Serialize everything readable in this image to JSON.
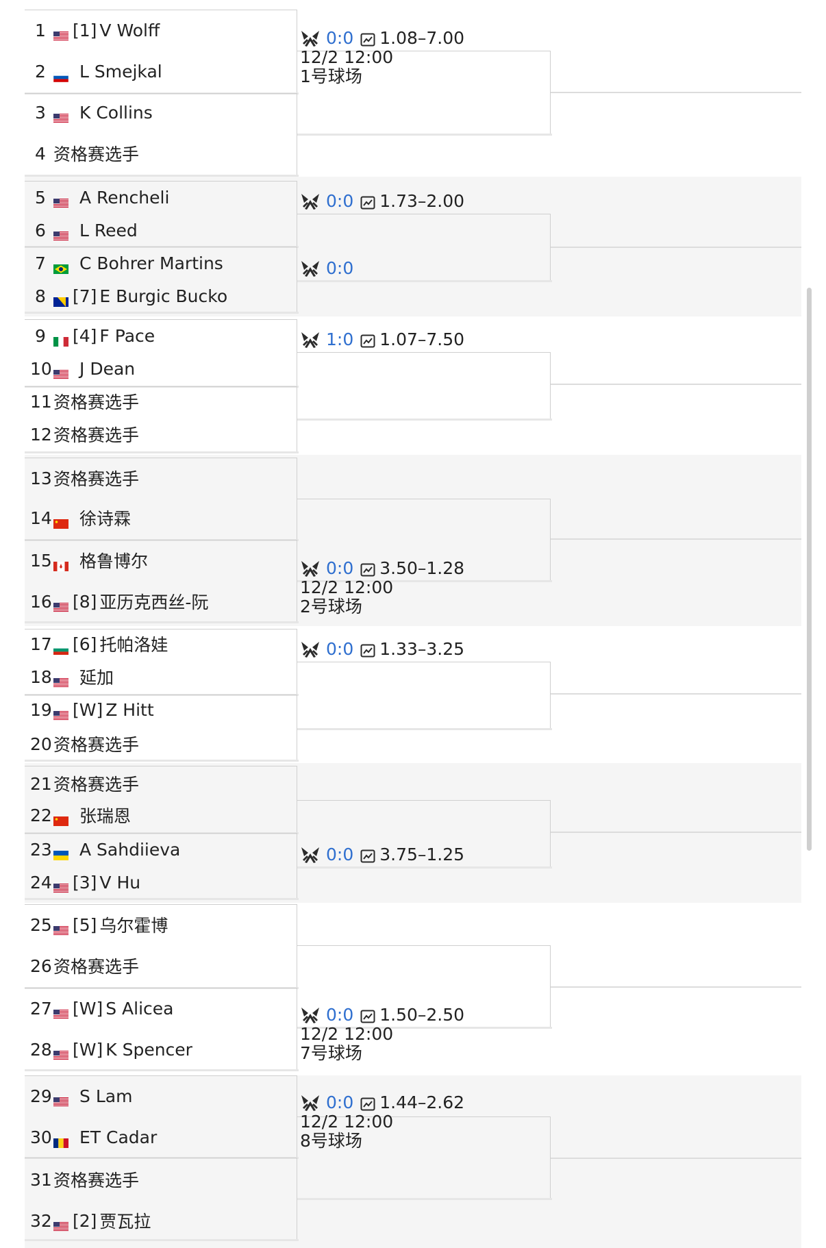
{
  "colors": {
    "alt_band": "#f5f5f5",
    "score_blue": "#2f6fcf",
    "border": "#cfcfcf"
  },
  "icons": {
    "match": "tennis-racket-icon",
    "odds": "odds-chart-icon"
  },
  "players": [
    {
      "num": "1",
      "flag": "us",
      "seed": "[1]",
      "name": "V Wolff"
    },
    {
      "num": "2",
      "flag": "si",
      "seed": "",
      "name": "L Smejkal"
    },
    {
      "num": "3",
      "flag": "us",
      "seed": "",
      "name": "K Collins"
    },
    {
      "num": "4",
      "flag": "",
      "seed": "",
      "name": "资格赛选手"
    },
    {
      "num": "5",
      "flag": "us",
      "seed": "",
      "name": "A Rencheli"
    },
    {
      "num": "6",
      "flag": "us",
      "seed": "",
      "name": "L Reed"
    },
    {
      "num": "7",
      "flag": "br",
      "seed": "",
      "name": "C Bohrer Martins"
    },
    {
      "num": "8",
      "flag": "ba",
      "seed": "[7]",
      "name": "E Burgic Bucko"
    },
    {
      "num": "9",
      "flag": "it",
      "seed": "[4]",
      "name": "F Pace"
    },
    {
      "num": "10",
      "flag": "us",
      "seed": "",
      "name": "J Dean"
    },
    {
      "num": "11",
      "flag": "",
      "seed": "",
      "name": "资格赛选手"
    },
    {
      "num": "12",
      "flag": "",
      "seed": "",
      "name": "资格赛选手"
    },
    {
      "num": "13",
      "flag": "",
      "seed": "",
      "name": "资格赛选手"
    },
    {
      "num": "14",
      "flag": "cn",
      "seed": "",
      "name": "徐诗霖"
    },
    {
      "num": "15",
      "flag": "ca",
      "seed": "",
      "name": "格鲁博尔"
    },
    {
      "num": "16",
      "flag": "us",
      "seed": "[8]",
      "name": "亚历克西丝-阮"
    },
    {
      "num": "17",
      "flag": "bg",
      "seed": "[6]",
      "name": "托帕洛娃"
    },
    {
      "num": "18",
      "flag": "us",
      "seed": "",
      "name": "延加"
    },
    {
      "num": "19",
      "flag": "us",
      "seed": "[W]",
      "name": "Z Hitt"
    },
    {
      "num": "20",
      "flag": "",
      "seed": "",
      "name": "资格赛选手"
    },
    {
      "num": "21",
      "flag": "",
      "seed": "",
      "name": "资格赛选手"
    },
    {
      "num": "22",
      "flag": "cn",
      "seed": "",
      "name": "张瑞恩"
    },
    {
      "num": "23",
      "flag": "ua",
      "seed": "",
      "name": "A Sahdiieva"
    },
    {
      "num": "24",
      "flag": "us",
      "seed": "[3]",
      "name": "V Hu"
    },
    {
      "num": "25",
      "flag": "us",
      "seed": "[5]",
      "name": "乌尔霍博"
    },
    {
      "num": "26",
      "flag": "",
      "seed": "",
      "name": "资格赛选手"
    },
    {
      "num": "27",
      "flag": "us",
      "seed": "[W]",
      "name": "S Alicea"
    },
    {
      "num": "28",
      "flag": "us",
      "seed": "[W]",
      "name": "K Spencer"
    },
    {
      "num": "29",
      "flag": "us",
      "seed": "",
      "name": "S Lam"
    },
    {
      "num": "30",
      "flag": "ro",
      "seed": "",
      "name": "ET Cadar"
    },
    {
      "num": "31",
      "flag": "",
      "seed": "",
      "name": "资格赛选手"
    },
    {
      "num": "32",
      "flag": "us",
      "seed": "[2]",
      "name": "贾瓦拉"
    }
  ],
  "matches": [
    {
      "score": "0:0",
      "odds": "1.08–7.00",
      "date": "12/2 12:00",
      "court": "1号球场"
    },
    {
      "score": "0:0",
      "odds": "1.73–2.00",
      "date": "",
      "court": ""
    },
    {
      "score": "0:0",
      "odds": "",
      "date": "",
      "court": ""
    },
    {
      "score": "1:0",
      "odds": "1.07–7.50",
      "date": "",
      "court": ""
    },
    {
      "score": "0:0",
      "odds": "3.50–1.28",
      "date": "12/2 12:00",
      "court": "2号球场"
    },
    {
      "score": "0:0",
      "odds": "1.33–3.25",
      "date": "",
      "court": ""
    },
    {
      "score": "0:0",
      "odds": "3.75–1.25",
      "date": "",
      "court": ""
    },
    {
      "score": "0:0",
      "odds": "1.50–2.50",
      "date": "12/2 12:00",
      "court": "7号球场"
    },
    {
      "score": "0:0",
      "odds": "1.44–2.62",
      "date": "12/2 12:00",
      "court": "8号球场"
    }
  ]
}
